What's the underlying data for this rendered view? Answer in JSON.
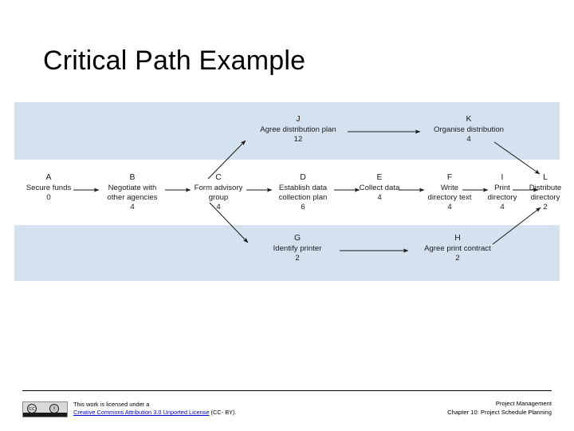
{
  "slide": {
    "title": "Critical Path Example"
  },
  "diagram": {
    "type": "activity-on-node-network",
    "nodes": [
      {
        "id": "A",
        "label_line1": "Secure funds",
        "label_line2": "",
        "duration": "0",
        "row": "middle"
      },
      {
        "id": "B",
        "label_line1": "Negotiate with",
        "label_line2": "other agencies",
        "duration": "4",
        "row": "middle"
      },
      {
        "id": "C",
        "label_line1": "Form advisory",
        "label_line2": "group",
        "duration": "4",
        "row": "middle"
      },
      {
        "id": "D",
        "label_line1": "Establish data",
        "label_line2": "collection plan",
        "duration": "6",
        "row": "middle"
      },
      {
        "id": "E",
        "label_line1": "Collect data",
        "label_line2": "",
        "duration": "4",
        "row": "middle"
      },
      {
        "id": "F",
        "label_line1": "Write",
        "label_line2": "directory text",
        "duration": "4",
        "row": "middle"
      },
      {
        "id": "I",
        "label_line1": "Print",
        "label_line2": "directory",
        "duration": "4",
        "row": "middle"
      },
      {
        "id": "L",
        "label_line1": "Distribute",
        "label_line2": "directory",
        "duration": "2",
        "row": "middle"
      },
      {
        "id": "J",
        "label_line1": "Agree distribution plan",
        "label_line2": "",
        "duration": "12",
        "row": "top"
      },
      {
        "id": "K",
        "label_line1": "Organise distribution",
        "label_line2": "",
        "duration": "4",
        "row": "top"
      },
      {
        "id": "G",
        "label_line1": "Identify printer",
        "label_line2": "",
        "duration": "2",
        "row": "bottom"
      },
      {
        "id": "H",
        "label_line1": "Agree print contract",
        "label_line2": "",
        "duration": "2",
        "row": "bottom"
      }
    ],
    "edges": [
      {
        "from": "A",
        "to": "B"
      },
      {
        "from": "B",
        "to": "C"
      },
      {
        "from": "C",
        "to": "D"
      },
      {
        "from": "D",
        "to": "E"
      },
      {
        "from": "E",
        "to": "F"
      },
      {
        "from": "F",
        "to": "I"
      },
      {
        "from": "I",
        "to": "L"
      },
      {
        "from": "C",
        "to": "J"
      },
      {
        "from": "J",
        "to": "K"
      },
      {
        "from": "K",
        "to": "L"
      },
      {
        "from": "C",
        "to": "G"
      },
      {
        "from": "G",
        "to": "H"
      },
      {
        "from": "H",
        "to": "L"
      }
    ],
    "band_color": "#d4e2f0"
  },
  "footer": {
    "license_line1": "This work is licensed under a",
    "license_link": "Creative Commons Attribution 3.0 Unported License",
    "license_suffix": " (CC- BY).",
    "badge": {
      "cc_glyph": "cc",
      "by_glyph": "ⓟ"
    },
    "right_line1": "Project Management",
    "right_line2": "Chapter 10: Project Schedule Planning"
  }
}
